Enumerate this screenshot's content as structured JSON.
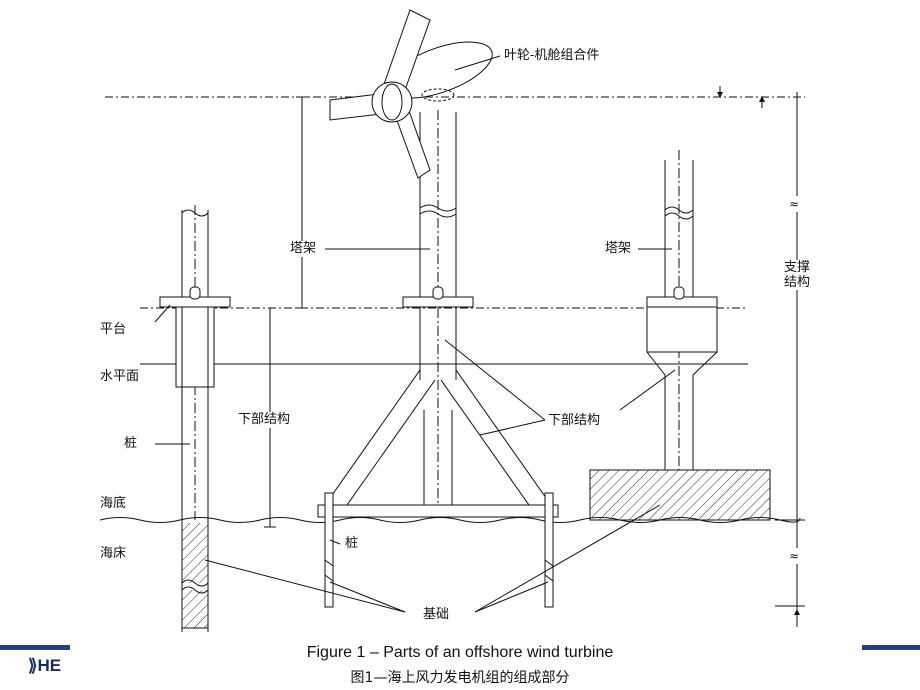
{
  "labels": {
    "rotor_nacelle": "叶轮-机舱组合件",
    "tower_center": "塔架",
    "tower_right": "塔架",
    "support_structure": "支撑\n结构",
    "platform": "平台",
    "water_level": "水平面",
    "substructure_left": "下部结构",
    "substructure_right": "下部结构",
    "pile_left": "桩",
    "pile_center": "桩",
    "seabed": "海底",
    "sea_floor": "海床",
    "foundation": "基础",
    "tilde_upper": "≈",
    "tilde_lower": "≈"
  },
  "caption": {
    "english": "Figure 1 – Parts of an offshore wind turbine",
    "chinese": "图1—海上风力发电机组的组成部分"
  },
  "footer": {
    "logo_text": "HE",
    "bar_color": "#2b3f7a"
  }
}
